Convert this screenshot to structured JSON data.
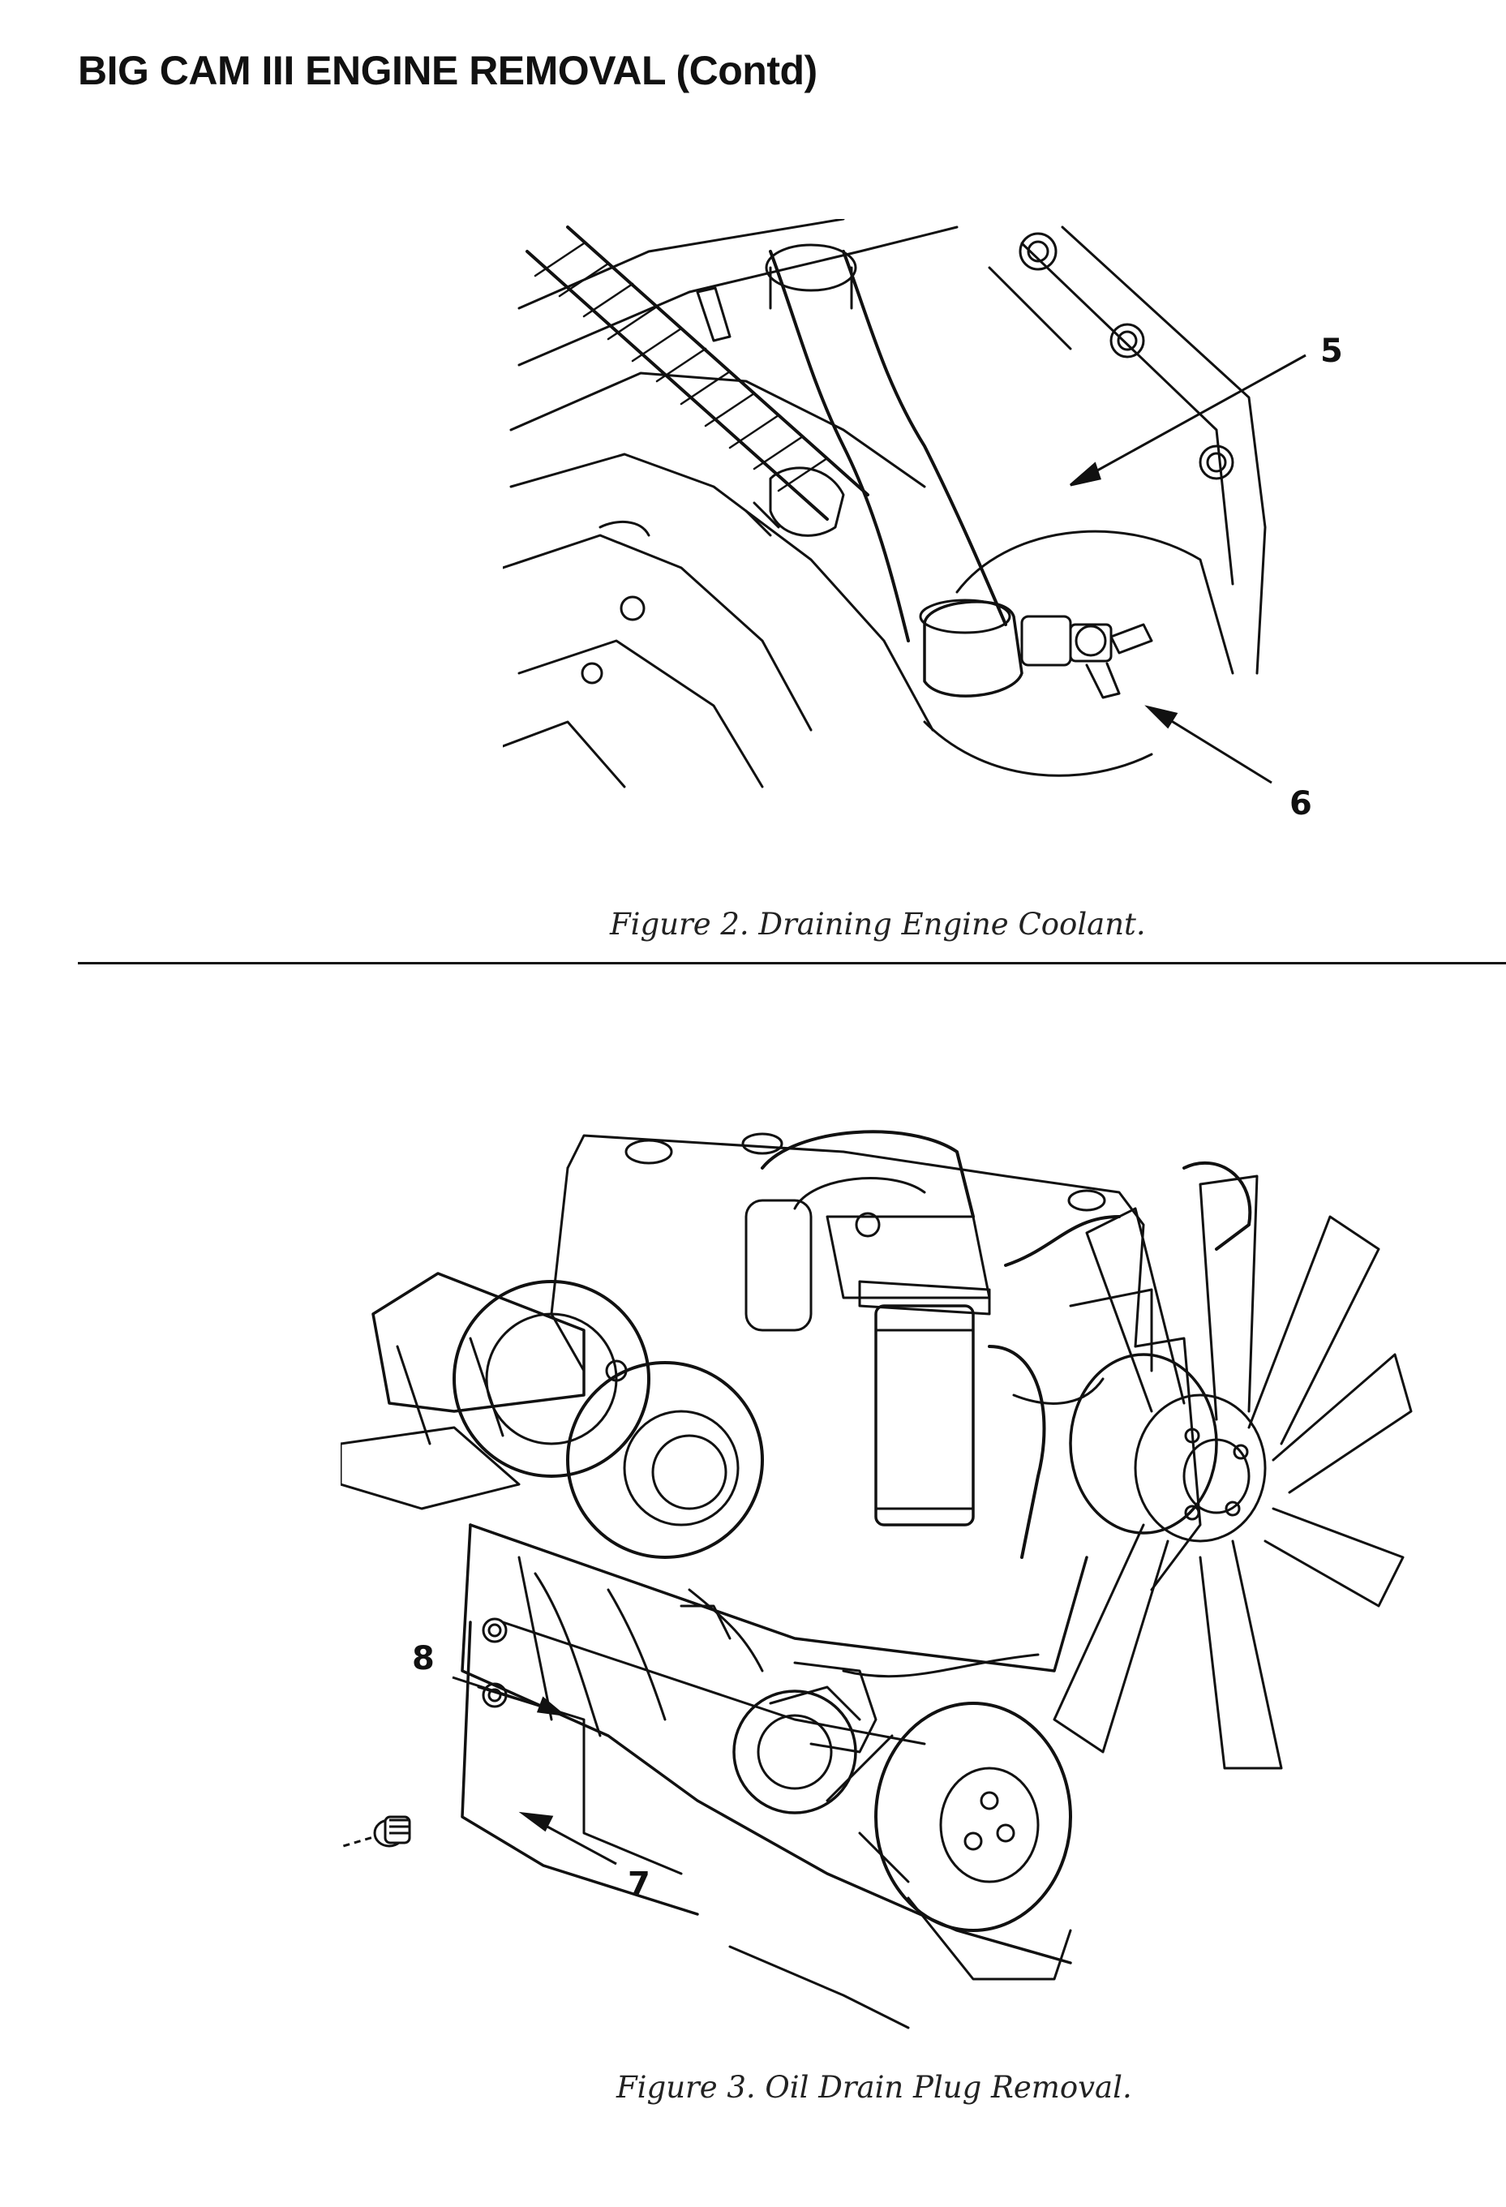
{
  "page": {
    "title": "BIG CAM III ENGINE REMOVAL (Contd)"
  },
  "figure2": {
    "caption": "Figure 2.  Draining Engine Coolant.",
    "callouts": [
      "5",
      "6"
    ]
  },
  "figure3": {
    "caption": "Figure 3.  Oil Drain Plug Removal.",
    "callouts": [
      "8",
      "7"
    ]
  }
}
